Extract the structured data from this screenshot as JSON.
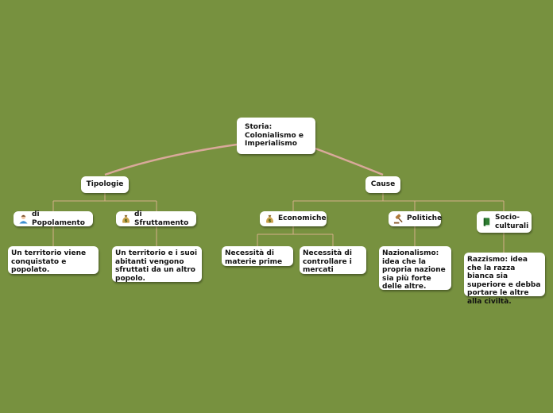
{
  "root": {
    "title": "Storia: Colonialismo e Imperialismo"
  },
  "tipologie": {
    "label": "Tipologie",
    "popolamento": {
      "label": "di Popolamento",
      "icon": "person-icon",
      "text": "Un territorio viene conquistato e popolato."
    },
    "sfruttamento": {
      "label": "di Sfruttamento",
      "icon": "money-bag-icon",
      "text": "Un territorio e i suoi abitanti vengono sfruttati da un altro popolo."
    }
  },
  "cause": {
    "label": "Cause",
    "economiche": {
      "label": "Economiche",
      "icon": "money-bag-icon",
      "items": [
        "Necessità di materie prime",
        "Necessità di controllare i mercati"
      ]
    },
    "politiche": {
      "label": "Politiche",
      "icon": "gavel-icon",
      "text": "Nazionalismo: idea che la propria nazione sia più forte delle altre."
    },
    "socioculturali": {
      "label": "Socio-culturali",
      "icon": "book-icon",
      "text": "Razzismo: idea che la razza bianca sia superiore e debba portare le altre alla civiltà."
    }
  },
  "colors": {
    "background": "#77913f",
    "main_link": "#d9a99a",
    "branch_link": "#d6b08a",
    "node": "#ffffff"
  }
}
